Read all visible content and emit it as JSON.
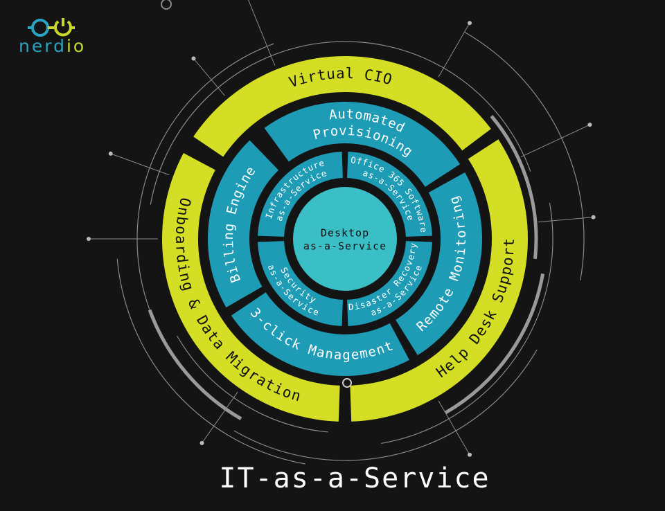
{
  "brand": {
    "logo_text_a": "ner",
    "logo_text_b": "d",
    "logo_text_c": "io"
  },
  "title": "IT-as-a-Service",
  "colors": {
    "background": "#141414",
    "outer_ring": "#d4de24",
    "middle_ring": "#1e9bb5",
    "inner_ring": "#1e9bb5",
    "core": "#3bbfc6",
    "logo_teal": "#2aa3c4",
    "logo_lime": "#c9d82b",
    "decor": "#8a8a8a"
  },
  "core": {
    "line1": "Desktop",
    "line2": "as-a-Service"
  },
  "inner_ring": [
    {
      "line1": "Infrastructure",
      "line2": "as-a-Service"
    },
    {
      "line1": "Office 365 Software",
      "line2": "as-a-Service"
    },
    {
      "line1": "Disaster Recovery",
      "line2": "as-a-Service"
    },
    {
      "line1": "Security",
      "line2": "as-a-Service"
    }
  ],
  "middle_ring": [
    {
      "line1": "Automated",
      "line2": "Provisioning"
    },
    {
      "line1": "Remote Monitoring"
    },
    {
      "line1": "3-click Management"
    },
    {
      "line1": "Billing Engine"
    }
  ],
  "outer_ring": [
    {
      "line1": "Virtual CIO"
    },
    {
      "line1": "Help Desk Support"
    },
    {
      "line1": "Onboarding & Data Migration"
    }
  ]
}
